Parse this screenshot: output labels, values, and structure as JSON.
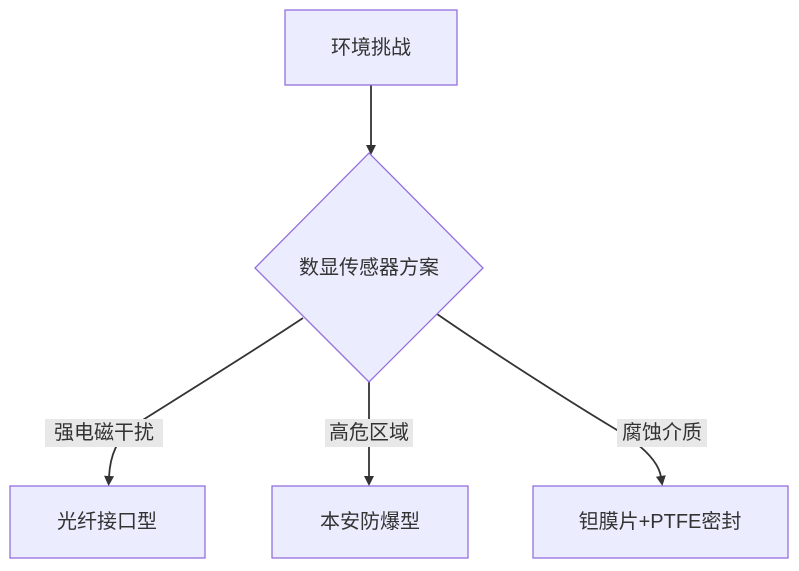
{
  "diagram": {
    "type": "flowchart",
    "direction": "top-down",
    "background": "#ffffff",
    "colors": {
      "background": "#ffffff",
      "node_fill": "#ECECFF",
      "node_border": "#9370DB",
      "edge_line": "#333333",
      "edge_label_bg": "#e8e8e8",
      "text": "#333333"
    },
    "nodes": [
      {
        "id": "env-challenge",
        "shape": "rectangle",
        "label": "环境挑战"
      },
      {
        "id": "solution-decision",
        "shape": "diamond",
        "label": "数显传感器方案"
      },
      {
        "id": "fiber-optic",
        "shape": "rectangle",
        "label": "光纤接口型"
      },
      {
        "id": "intrinsically-safe",
        "shape": "rectangle",
        "label": "本安防爆型"
      },
      {
        "id": "tantalum-ptfe",
        "shape": "rectangle",
        "label": "钽膜片+PTFE密封"
      }
    ],
    "edges": [
      {
        "from": "env-challenge",
        "to": "solution-decision",
        "label": ""
      },
      {
        "from": "solution-decision",
        "to": "fiber-optic",
        "label": "强电磁干扰"
      },
      {
        "from": "solution-decision",
        "to": "intrinsically-safe",
        "label": "高危区域"
      },
      {
        "from": "solution-decision",
        "to": "tantalum-ptfe",
        "label": "腐蚀介质"
      }
    ]
  }
}
